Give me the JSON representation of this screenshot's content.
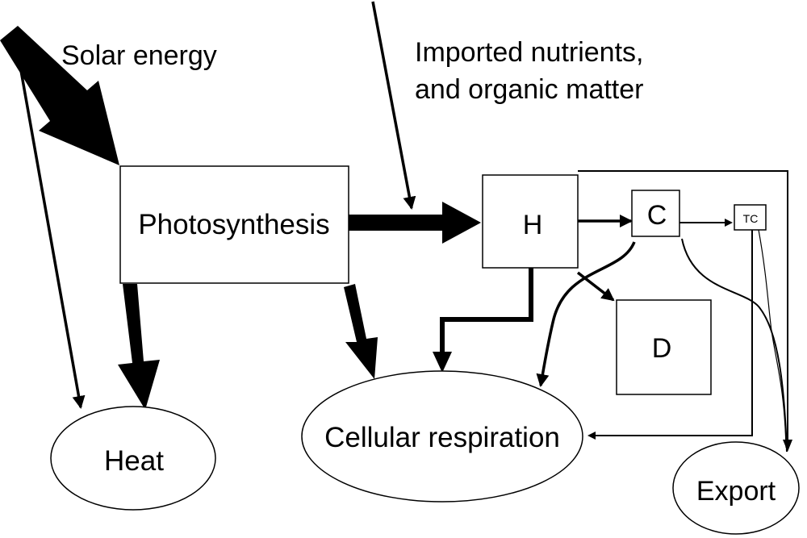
{
  "labels": {
    "solar_energy": "Solar energy",
    "imported_line1": "Imported nutrients,",
    "imported_line2": "and organic matter",
    "photosynthesis": "Photosynthesis",
    "h": "H",
    "c": "C",
    "tc": "TC",
    "d": "D",
    "cellular_respiration": "Cellular respiration",
    "heat": "Heat",
    "export": "Export"
  },
  "colors": {
    "stroke": "#000000",
    "fill": "#ffffff"
  }
}
